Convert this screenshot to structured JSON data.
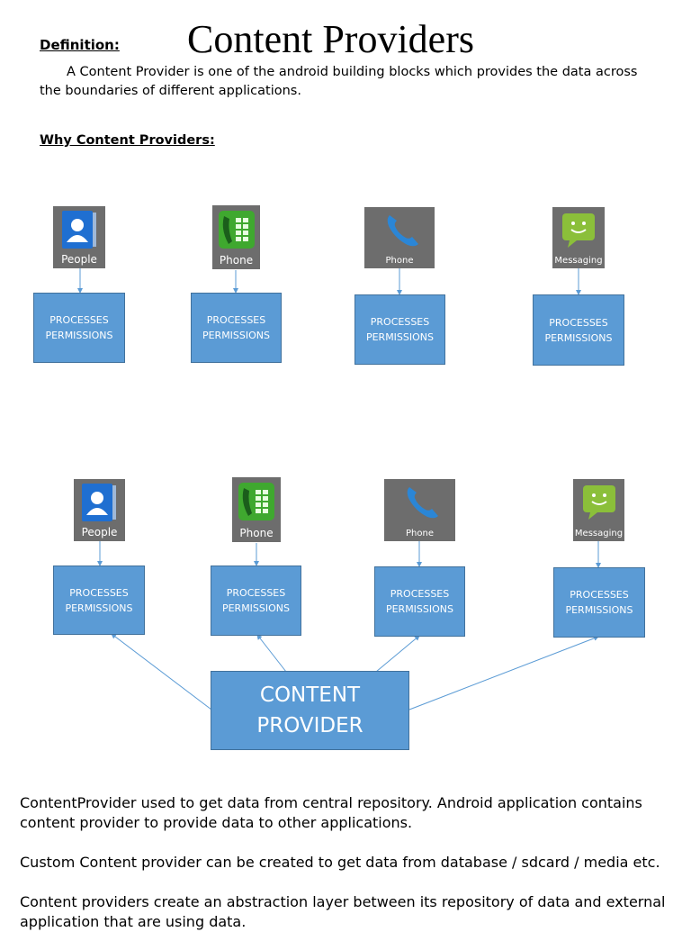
{
  "header": {
    "definition_label": "Definition:",
    "title": "Content Providers",
    "definition_text": "A Content Provider is one of the android  building  blocks which provides the data across the boundaries of different applications.",
    "why_heading": "Why Content Providers:"
  },
  "apps": {
    "people": "People",
    "phone": "Phone",
    "phone2": "Phone",
    "messaging": "Messaging"
  },
  "process_box": {
    "line1": "PROCESSES",
    "line2": "PERMISSIONS"
  },
  "content_provider": {
    "line1": "CONTENT",
    "line2": "PROVIDER"
  },
  "paragraphs": {
    "p1": "ContentProvider used to get data from central repository. Android application contains content provider to provide data to other applications.",
    "p2": "Custom Content provider can be created to get data from database / sdcard / media etc.",
    "p3": "Content providers create an abstraction layer between its repository of data and external application that are using data."
  },
  "colors": {
    "box_fill": "#5b9bd5",
    "box_border": "#41719c",
    "app_tile": "#6d6d6d",
    "connector": "#5b9bd5"
  }
}
